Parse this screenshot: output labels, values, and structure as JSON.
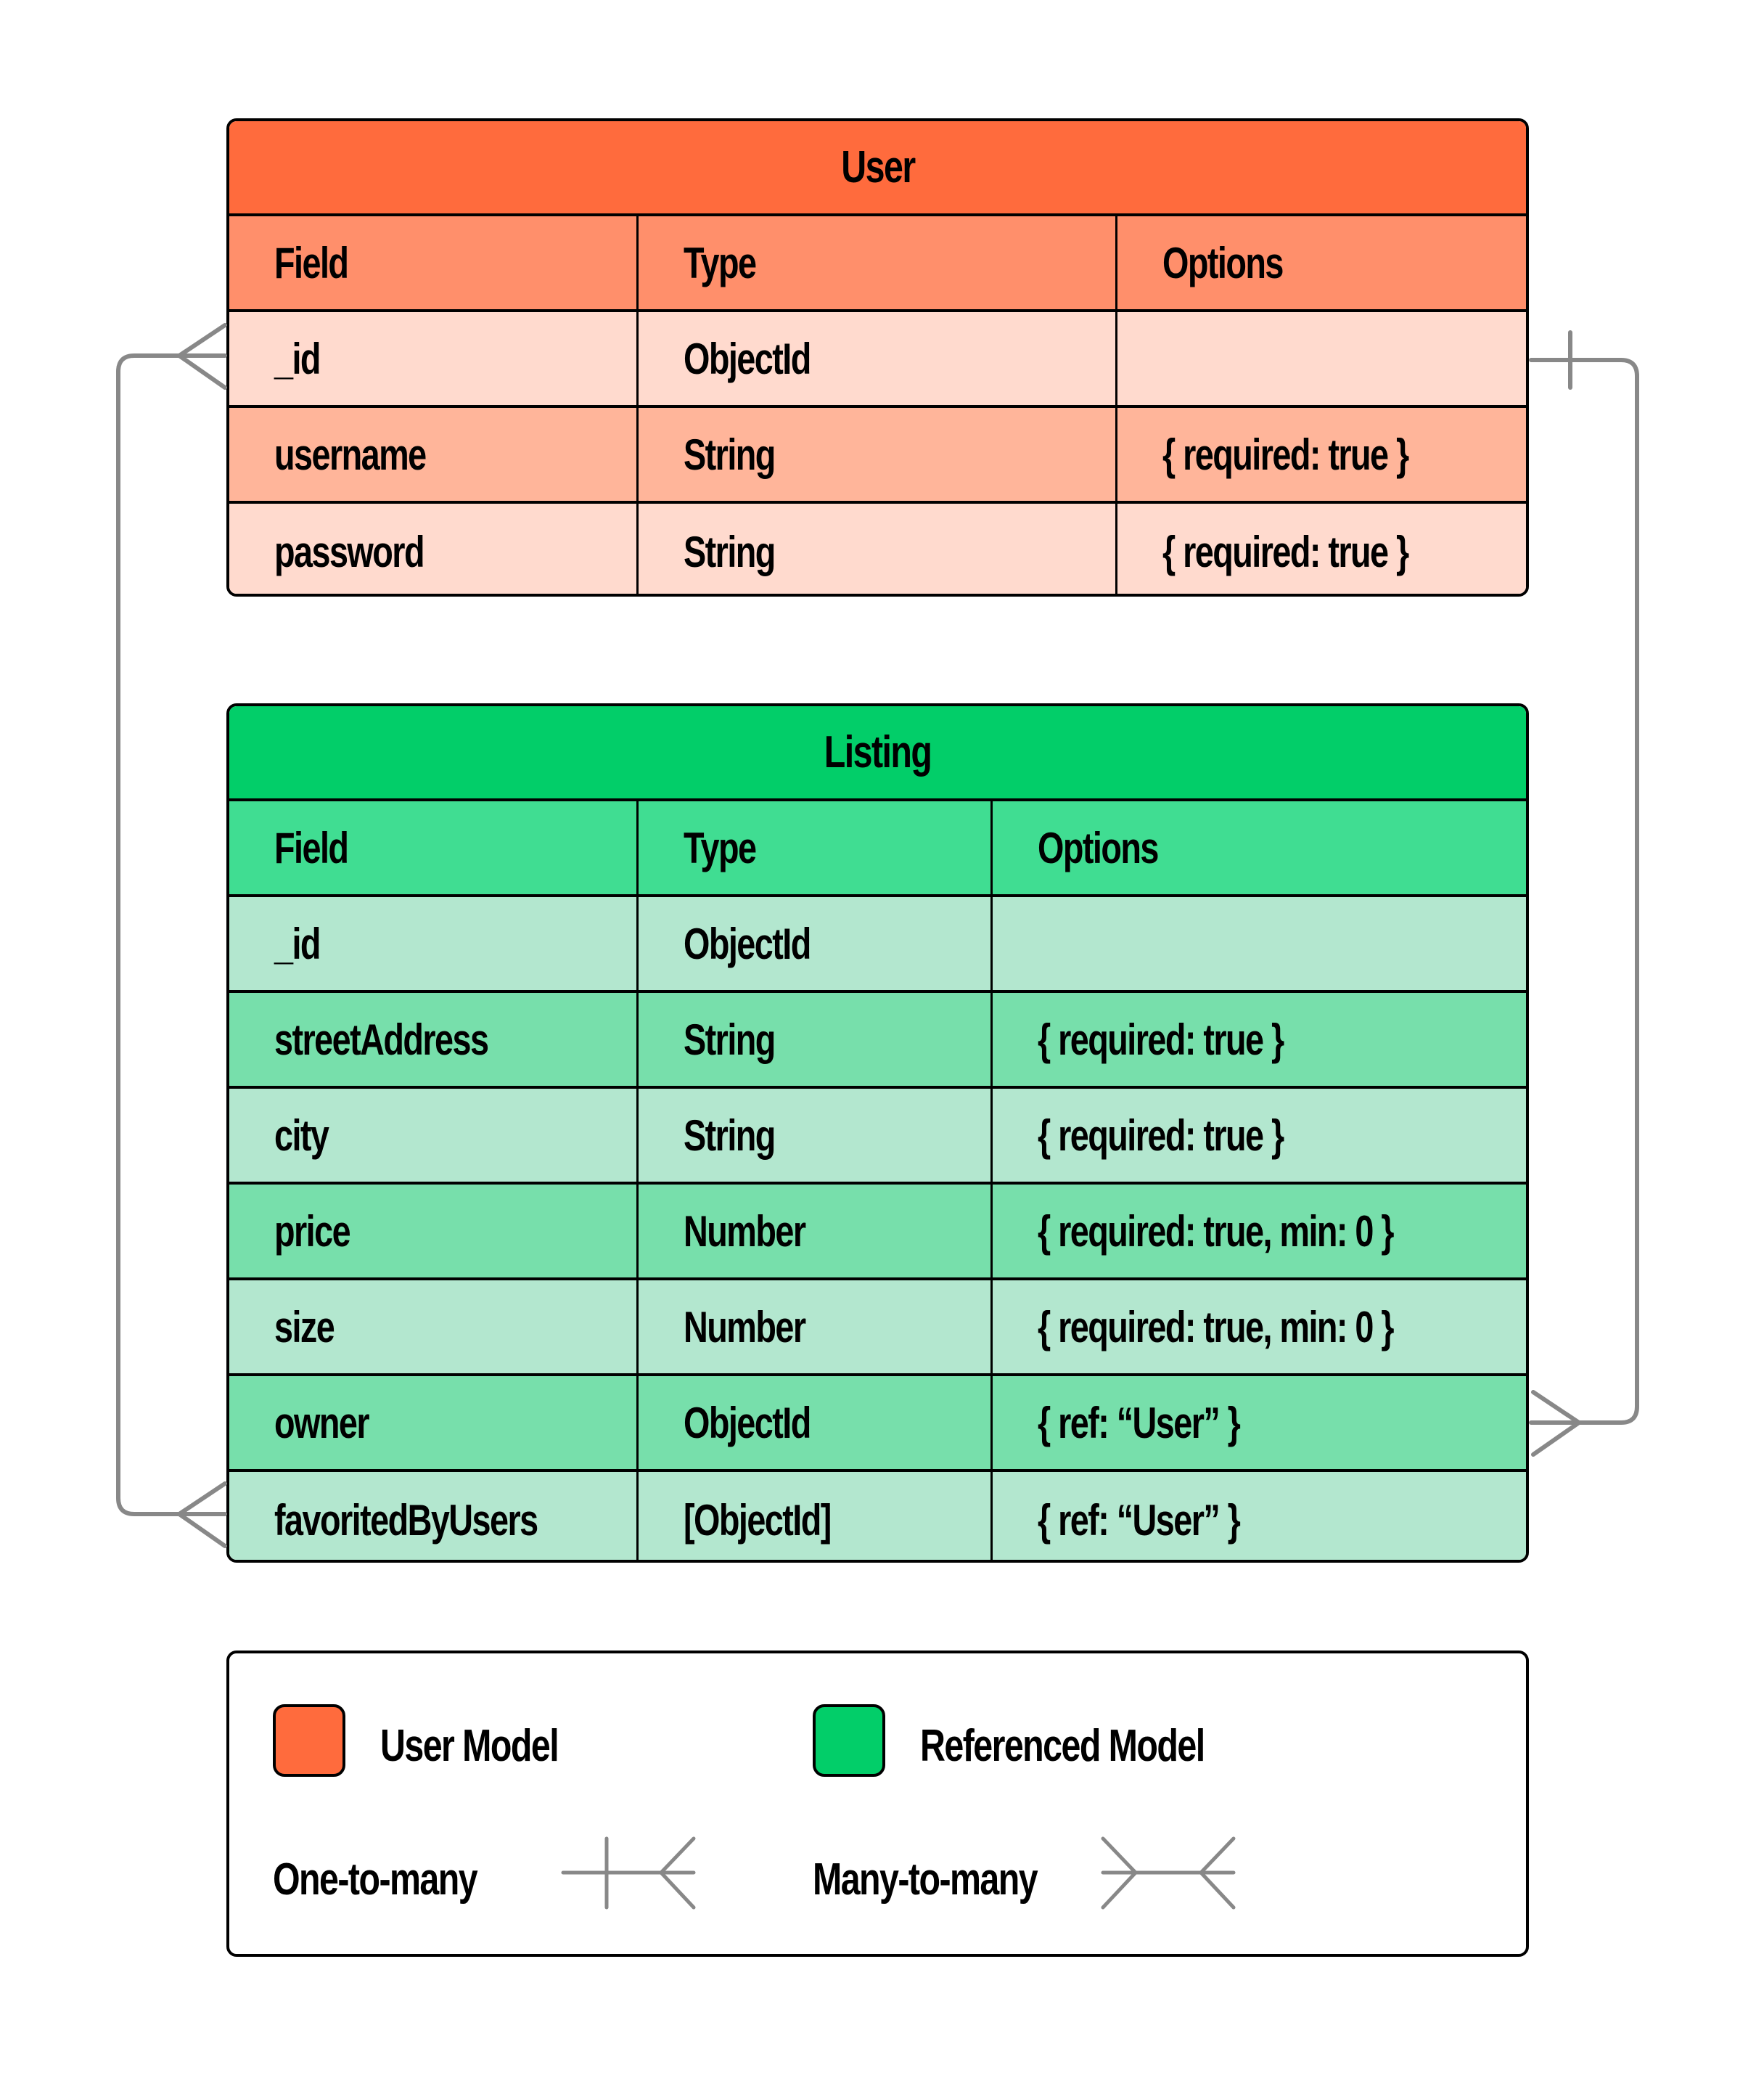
{
  "colors": {
    "user_title": "#FF6B3D",
    "user_header": "#FF8F6B",
    "user_row_light": "#FFDACE",
    "user_row_dark": "#FFB59A",
    "listing_title": "#02CE69",
    "listing_header": "#40DD92",
    "listing_row_light": "#B3E7CF",
    "listing_row_dark": "#77DFAB",
    "connector": "#888888"
  },
  "user_table": {
    "title": "User",
    "columns": [
      "Field",
      "Type",
      "Options"
    ],
    "rows": [
      {
        "field": "_id",
        "type": "ObjectId",
        "options": ""
      },
      {
        "field": "username",
        "type": "String",
        "options": "{ required: true }"
      },
      {
        "field": "password",
        "type": "String",
        "options": "{ required: true }"
      }
    ]
  },
  "listing_table": {
    "title": "Listing",
    "columns": [
      "Field",
      "Type",
      "Options"
    ],
    "rows": [
      {
        "field": "_id",
        "type": "ObjectId",
        "options": ""
      },
      {
        "field": "streetAddress",
        "type": "String",
        "options": "{ required: true }"
      },
      {
        "field": "city",
        "type": "String",
        "options": "{ required: true }"
      },
      {
        "field": "price",
        "type": "Number",
        "options": "{ required: true, min: 0 }"
      },
      {
        "field": "size",
        "type": "Number",
        "options": "{ required: true, min: 0 }"
      },
      {
        "field": "owner",
        "type": "ObjectId",
        "options": "{ ref: “User” }"
      },
      {
        "field": "favoritedByUsers",
        "type": "[ObjectId]",
        "options": "{ ref: “User” }"
      }
    ]
  },
  "relations": [
    {
      "from": "User._id",
      "to": "Listing.owner",
      "type": "one-to-many"
    },
    {
      "from": "User._id",
      "to": "Listing.favoritedByUsers",
      "type": "many-to-many"
    }
  ],
  "legend": {
    "user_model": "User Model",
    "referenced_model": "Referenced Model",
    "one_to_many": "One-to-many",
    "many_to_many": "Many-to-many"
  }
}
